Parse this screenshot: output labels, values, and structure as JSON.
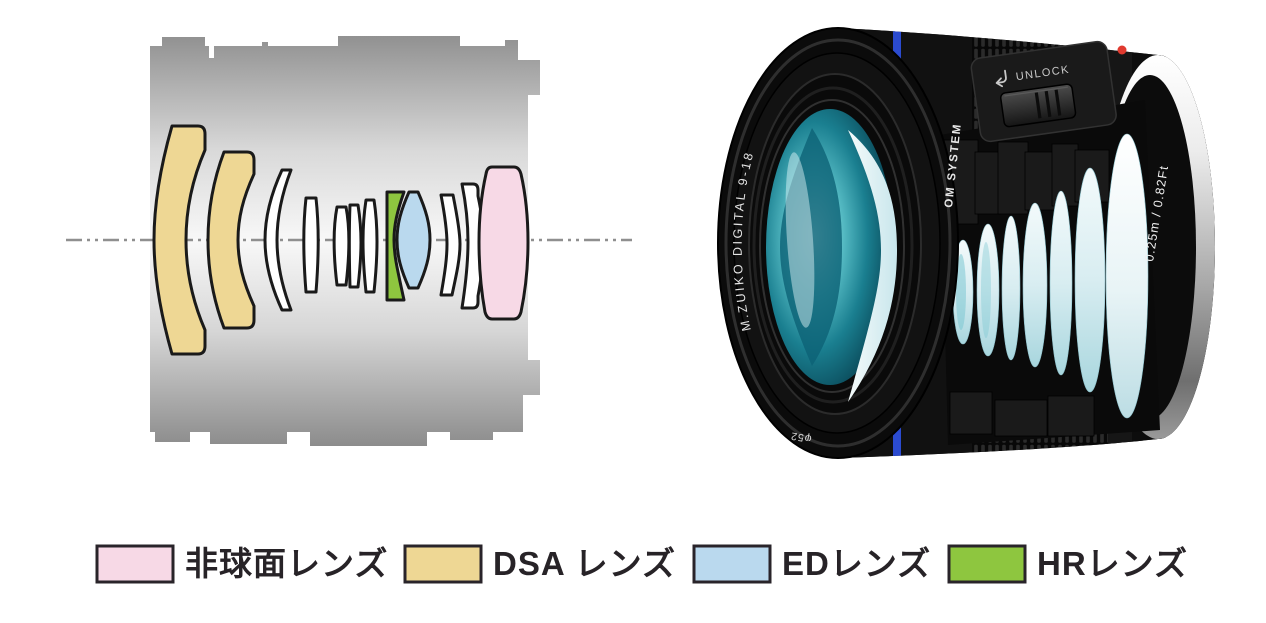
{
  "figure": {
    "kind": "lens construction cutaway figure",
    "background": "#ffffff"
  },
  "colors": {
    "aspherical": "#f7d9e6",
    "dsa": "#eed794",
    "ed": "#bad9ee",
    "hr": "#8ec63f",
    "standard": "#ffffff",
    "outline": "#1a1a1a",
    "axis": "#8f8f8f"
  },
  "diagram": {
    "description": "Optical construction cross-section",
    "axis_style": "dash-dot",
    "element_sequence": [
      "DSA",
      "DSA",
      "standard",
      "standard",
      "standard",
      "standard",
      "standard",
      "HR",
      "ED",
      "standard",
      "standard",
      "aspherical"
    ]
  },
  "photo": {
    "front_ring_text": "M.ZUIKO DIGITAL 9-18",
    "filter_diameter": "φ52",
    "brand": "OM SYSTEM",
    "unlock_label": "UNLOCK",
    "distance_scale": "0.25m / 0.82Ft",
    "accent_ring_color": "#2b4bd0",
    "index_dot_color": "#e03a2f"
  },
  "legend": {
    "items": [
      {
        "label": "非球面レンズ",
        "color": "#f7d9e6"
      },
      {
        "label": "DSA レンズ",
        "color": "#eed794"
      },
      {
        "label": "EDレンズ",
        "color": "#bad9ee"
      },
      {
        "label": "HRレンズ",
        "color": "#8ec63f"
      }
    ]
  }
}
